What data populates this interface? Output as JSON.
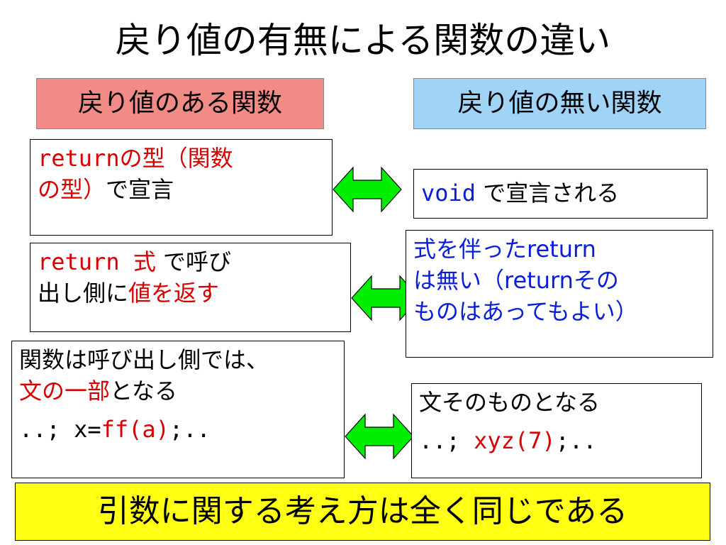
{
  "title": "戻り値の有無による関数の違い",
  "left_header": "戻り値のある関数",
  "right_header": "戻り値の無い関数",
  "colors": {
    "left_header_bg": "#f28b85",
    "right_header_bg": "#9fd4f6",
    "footer_bg": "#ffff14",
    "arrow": "#00ee00",
    "red_text": "#d90000",
    "blue_text": "#0a1ed8"
  },
  "rows": [
    {
      "left": {
        "line1_a": "returnの型",
        "line1_b": "（関数",
        "line2_a": "の型）",
        "line2_b": "で宣言"
      },
      "right": {
        "a": "void",
        "b": " で宣言される"
      }
    },
    {
      "left": {
        "line1_a": "return 式",
        "line1_b": " で呼び",
        "line2_a": "出し側に",
        "line2_b": "値を返す"
      },
      "right": {
        "line1": "式を伴ったreturn",
        "line2": "は無い（returnその",
        "line3": "ものはあってもよい）"
      }
    },
    {
      "left": {
        "line1": "関数は呼び出し側では、",
        "line2_a": "文の一部",
        "line2_b": "となる",
        "code_a": "..; x=",
        "code_b": "ff(a)",
        "code_c": ";.."
      },
      "right": {
        "line1": "文そのものとなる",
        "code_a": "..; ",
        "code_b": "xyz(7)",
        "code_c": ";.."
      }
    }
  ],
  "footer": "引数に関する考え方は全く同じである",
  "icons": [
    "double-arrow-icon",
    "double-arrow-icon",
    "double-arrow-icon"
  ]
}
